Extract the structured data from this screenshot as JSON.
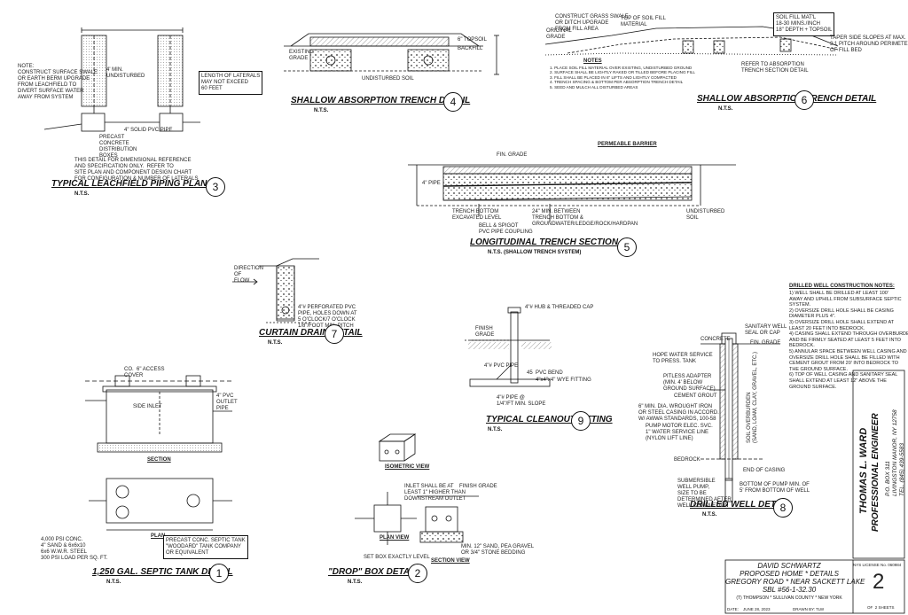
{
  "details": {
    "d1": {
      "title": "1,250 GAL. SEPTIC TANK DETAIL",
      "scale": "N.T.S.",
      "num": "1"
    },
    "d2": {
      "title": "\"DROP\" BOX DETAIL",
      "scale": "N.T.S.",
      "num": "2"
    },
    "d3": {
      "title": "TYPICAL LEACHFIELD PIPING PLAN",
      "scale": "N.T.S.",
      "num": "3"
    },
    "d4": {
      "title": "SHALLOW ABSORPTION TRENCH DETAIL",
      "scale": "N.T.S.",
      "num": "4"
    },
    "d5": {
      "title": "LONGITUDINAL TRENCH SECTION",
      "scale": "N.T.S.   (SHALLOW TRENCH SYSTEM)",
      "num": "5"
    },
    "d6": {
      "title": "SHALLOW ABSORPTION TRENCH DETAIL",
      "scale": "N.T.S.",
      "num": "6"
    },
    "d7": {
      "title": "CURTAIN DRAIN DETAIL",
      "scale": "N.T.S.",
      "num": "7"
    },
    "d8": {
      "title": "DRILLED WELL DETAIL",
      "scale": "N.T.S.",
      "num": "8"
    },
    "d9": {
      "title": "TYPICAL CLEANOUT FITTING",
      "scale": "N.T.S.",
      "num": "9"
    }
  },
  "labels": {
    "leach_note": "NOTE:\nCONSTRUCT SURFACE SWALE\nOR EARTH BERM UPGRADE\nFROM LEACHFIELD TO\nDIVERT SURFACE WATER\nAWAY FROM SYSTEM",
    "leach_pipe": "4\" SOLID PVC PIPE",
    "leach_box": "PRECAST\nCONCRETE\nDISTRIBUTION\nBOXES",
    "leach_length": "LENGTH OF LATERALS\nMAY NOT EXCEED\n60 FEET",
    "leach_undisturbed": "4' MIN.\nUNDISTURBED",
    "leach_ref": "THIS DETAIL FOR DIMENSIONAL REFERENCE\nAND SPECIFICATION ONLY.  REFER TO\nSITE PLAN AND COMPONENT DESIGN CHART\nFOR CONFIGURATION & NUMBER OF LATERALS",
    "trench_existing": "EXISTING\nGRADE",
    "trench_undisturbed": "UNDISTURBED SOIL",
    "trench_topsoil": "6\" TOPSOIL",
    "trench_backfill": "BACKFILL",
    "long_fin": "FIN. GRADE",
    "long_barrier": "PERMEABLE BARRIER",
    "long_pipe": "4\" PIPE",
    "long_bottom": "TRENCH BOTTOM\nEXCAVATED LEVEL",
    "long_bell": "BELL & SPIGOT\nPVC PIPE COUPLING",
    "long_24": "24\" MIN. BETWEEN\nTRENCH BOTTOM &\nGROUNDWATER/LEDGE/ROCK/HARDPAN",
    "long_undisturbed": "UNDISTURBED\nSOIL",
    "curtain_flow": "DIRECTION\nOF\nFLOW",
    "curtain_pipe": "4\"# PERFORATED PVC\nPIPE, HOLES DOWN AT\n5 O'CLOCK/7 O'CLOCK\n1/8\"/FOOT MIN. PITCH",
    "cleanout_cap": "4\"# HUB & THREADED CAP",
    "cleanout_grade": "FINISH\nGRADE",
    "cleanout_pipe": "4\"# PVC PIPE",
    "cleanout_bend": "45  PVC BEND",
    "cleanout_wye": "4\"x4\"x4\" WYE FITTING",
    "cleanout_slope": "4\"# PIPE @\n1/4\"/FT MIN. SLOPE",
    "tank_access": "CO.  6\" ACCESS\nCOVER",
    "tank_section": "SECTION",
    "tank_plan": "PLAN",
    "tank_precast": "PRECAST CONC. SEPTIC TANK\n\"WOODARD\" TANK COMPANY\nOR EQUIVALENT",
    "tank_inlet": "SIDE INLET",
    "tank_outlet": "4\" PVC\nOUTLET\nPIPE",
    "tank_volume": "4,000 PSI CONC.\n4\" SAND & 6x6x10\n6x6 W.W.R. STEEL\n300 PSI LOAD PER SQ. FT.",
    "box_iso": "ISOMETRIC VIEW",
    "box_plan": "PLAN VIEW",
    "box_section": "SECTION VIEW",
    "box_grade": "FINISH GRADE",
    "box_level": "SET BOX EXACTLY LEVEL",
    "box_stone": "MIN. 12\" SAND, PEA GRAVEL\nOR 3/4\" STONE BEDDING",
    "box_outlet": "INLET SHALL BE AT\nLEAST 1\" HIGHER THAN\nDOWNSTREAM OUTLET",
    "well_cover": "SANITARY WELL\nSEAL OR CAP",
    "well_grade": "FIN. GRADE",
    "well_concrete": "CONCRETE",
    "well_hope": "HOPE WATER SERVICE\nTO PRESS. TANK",
    "well_pitless": "PITLESS ADAPTER\n(MIN. 4' BELOW\nGROUND SURFACE)",
    "well_grout": "CEMENT GROUT",
    "well_casing": "6\" MIN. DIA. WROUGHT IRON\nOR STEEL CASING IN ACCORD.\nW/ AWWA STANDARDS, 100-58",
    "well_pump": "PUMP MOTOR ELEC. SVC.\n1\" WATER SERVICE LINE\n(NYLON LIFT LINE)",
    "well_bedrock": "BEDROCK",
    "well_end": "END OF CASING",
    "well_submersible": "SUBMERSIBLE\nWELL PUMP,\nSIZE TO BE\nDETERMINED AFTER\nWELL COMPLETION",
    "well_bottom": "BOTTOM OF PUMP MIN. OF\n5' FROM BOTTOM OF WELL",
    "well_overburden": "SOIL OVERBURDEN\n(SAND, LOAM, CLAY, GRAVEL, ETC.)",
    "well_notes_title": "DRILLED WELL CONSTRUCTION NOTES:",
    "well_notes": "1) WELL SHALL BE DRILLED AT LEAST 100'\nAWAY AND UPHILL FROM SUBSURFACE SEPTIC\nSYSTEM.\n2) OVERSIZE DRILL HOLE SHALL BE CASING\nDIAMETER PLUS 4\".\n3) OVERSIZE DRILL HOLE SHALL EXTEND AT\nLEAST 20 FEET INTO BEDROCK.\n4) CASING SHALL EXTEND THROUGH OVERBURDEN\nAND BE FIRMLY SEATED AT LEAST 5 FEET INTO\nBEDROCK.\n5) ANNULAR SPACE BETWEEN WELL CASING AND\nOVERSIZE DRILL HOLE SHALL BE FILLED WITH\nCEMENT GROUT FROM 20' INTO BEDROCK TO\nTHE GROUND SURFACE.\n6) TOP OF WELL CASING AND SANITARY SEAL\nSHALL EXTEND AT LEAST 12\" ABOVE THE\nGROUND SURFACE.",
    "d6_grade": "ORIGINAL\nGRADE",
    "d6_fill": "TOP OF SOIL FILL\nMATERIAL",
    "d6_swale": "CONSTRUCT GRASS SWALE\nOR DITCH UPGRADE\nFROM FILL AREA",
    "d6_ref": "REFER TO ABSORPTION\nTRENCH SECTION DETAIL",
    "d6_slope": "TAPER SIDE SLOPES AT MAX.\n3:1 PITCH AROUND PERIMETER\nOF FILL BED",
    "d6_mat": "SOIL FILL MAT'L\n18-30 MINS./INCH\n18\" DEPTH + TOPSOIL",
    "d6_notes_title": "NOTES",
    "d6_notes": "1. PLACE SOIL FILL MATERIAL OVER EXISTING, UNDISTURBED GROUND\n2. SURFACE SHALL BE LIGHTLY RAKED OR TILLED BEFORE PLACING FILL\n3. FILL SHALL BE PLACED IN 6\" LIFTS AND LIGHTLY COMPACTED\n4. TRENCH SPACING & BOTTOM PER ABSORPTION TRENCH DETAIL\n5. SEED AND MULCH ALL DISTURBED AREAS"
  },
  "title_block": {
    "engineer_name": "THOMAS L. WARD",
    "engineer_title": "PROFESSIONAL ENGINEER",
    "address": "P.O. BOX 311\nLIVINGSTON MANOR, NY 12758\nTEL. (845) 439-5583",
    "license": "NYS LICENSE No. 060984",
    "client": "DAVID SCHWARTZ",
    "project": "PROPOSED HOME * DETAILS",
    "location": "GREGORY ROAD * NEAR SACKETT LAKE",
    "sbl": "SBL #56-1-32.30",
    "town": "(T) THOMPSON * SULLIVAN COUNTY * NEW YORK",
    "date_label": "DATE:",
    "date": "JUNE 28, 2023",
    "drawn_label": "DRAWN BY:",
    "drawn_by": "TLW",
    "sheet": "2",
    "of_sheets": "OF  2 SHEETS"
  }
}
